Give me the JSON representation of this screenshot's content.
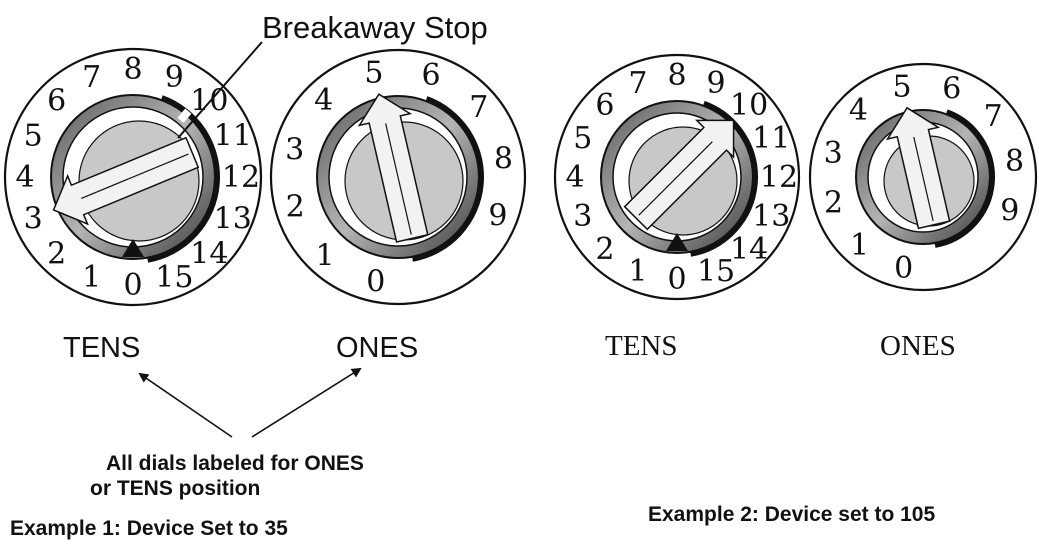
{
  "callout_label": "Breakaway Stop",
  "note": {
    "line1": "All dials labeled for ONES",
    "line2": "or TENS position"
  },
  "example1": {
    "caption": "Example 1: Device Set to 35",
    "tens_label": "TENS",
    "ones_label": "ONES",
    "tens_value": 3,
    "ones_value": 5
  },
  "example2": {
    "caption": "Example 2: Device set to 105",
    "tens_label": "TENS",
    "ones_label": "ONES",
    "tens_value": 10,
    "ones_value": 5
  },
  "dial_numbers_16": [
    "0",
    "1",
    "2",
    "3",
    "4",
    "5",
    "6",
    "7",
    "8",
    "9",
    "10",
    "11",
    "12",
    "13",
    "14",
    "15"
  ],
  "dial_numbers_10": [
    "0",
    "1",
    "2",
    "3",
    "4",
    "5",
    "6",
    "7",
    "8",
    "9"
  ],
  "colors": {
    "ink": "#111111",
    "ring_dark": "#333333",
    "ring_gray": "#9a9a9a",
    "knob_fill": "#c8c8c8",
    "pointer_fill": "#f2f2f2"
  }
}
